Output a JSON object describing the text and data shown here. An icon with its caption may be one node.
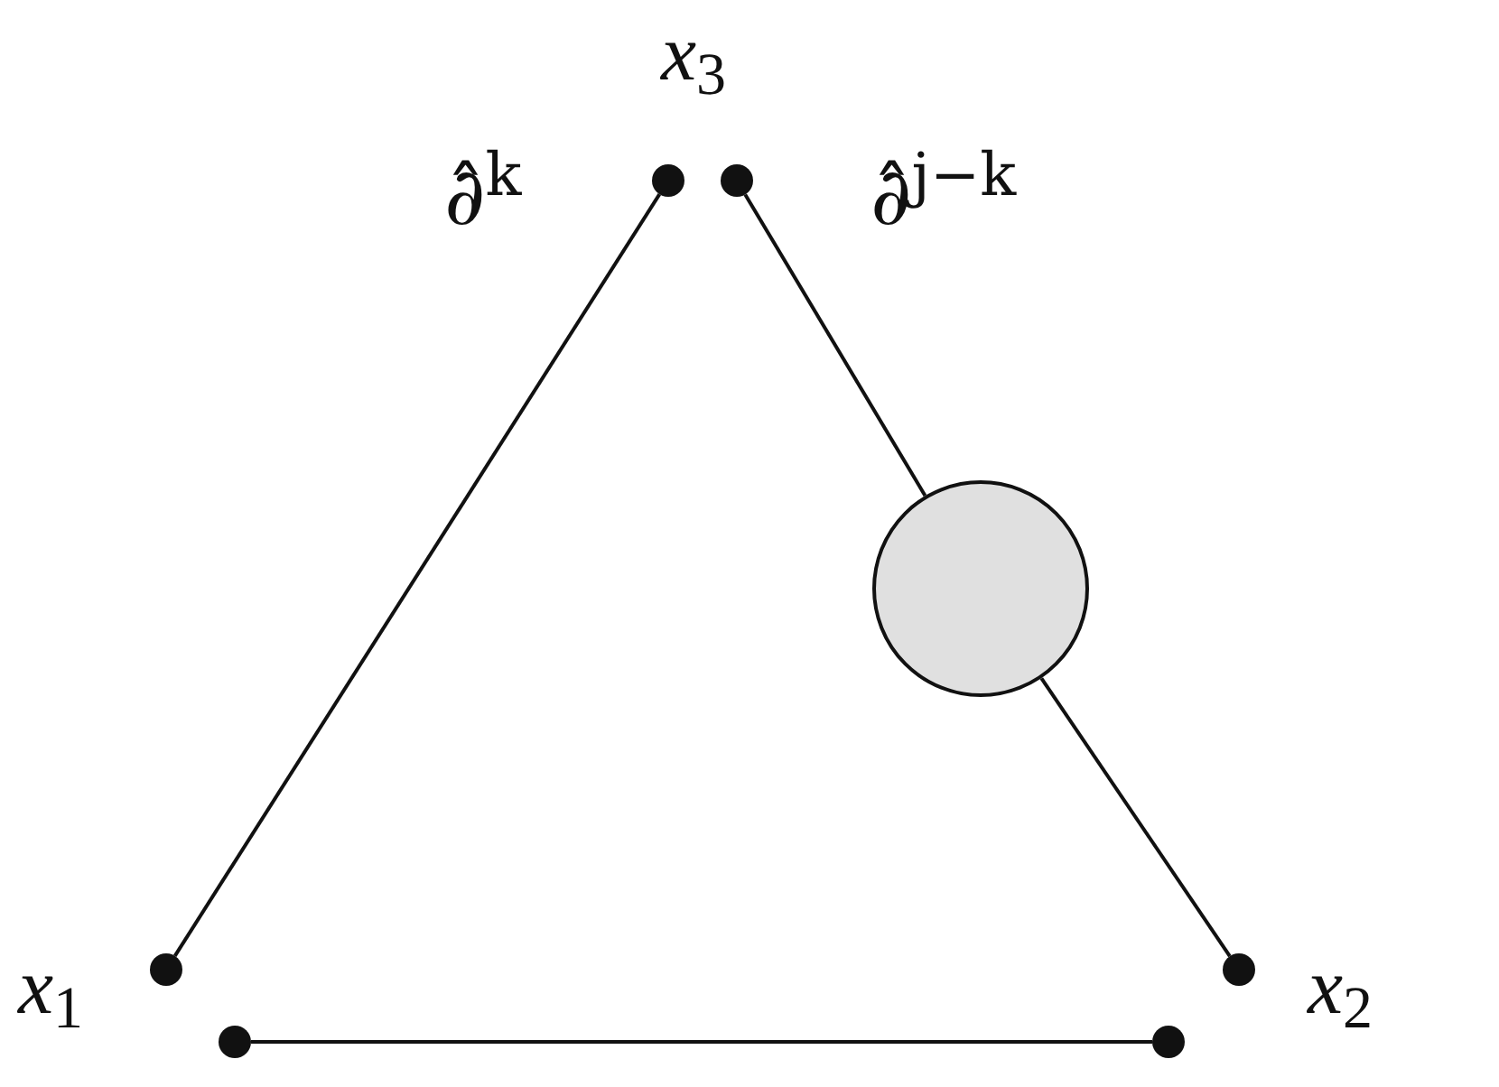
{
  "diagram": {
    "nodes": [
      {
        "text": [],
        "shape": "circle"
      },
      {
        "text": [],
        "shape": "circle"
      },
      {
        "text": [],
        "shape": "circle"
      },
      {
        "text": [],
        "shape": "circle"
      },
      {
        "text": [],
        "shape": "circle"
      },
      {
        "text": [],
        "shape": "circle"
      },
      {
        "text": [],
        "shape": "circle"
      }
    ],
    "edges": [
      {
        "from": 0,
        "to": 3,
        "arrow": "none"
      },
      {
        "from": 1,
        "to": 2,
        "arrow": "none"
      },
      {
        "from": 2,
        "to": 4,
        "arrow": "none"
      },
      {
        "from": 5,
        "to": 6,
        "arrow": "none"
      }
    ],
    "labels": [
      "*x*$_{3}$",
      "∂̂$^{k}$",
      "∂̂$^{j−k}$",
      "*x*$_{1}$",
      "*x*$_{2}$"
    ]
  }
}
